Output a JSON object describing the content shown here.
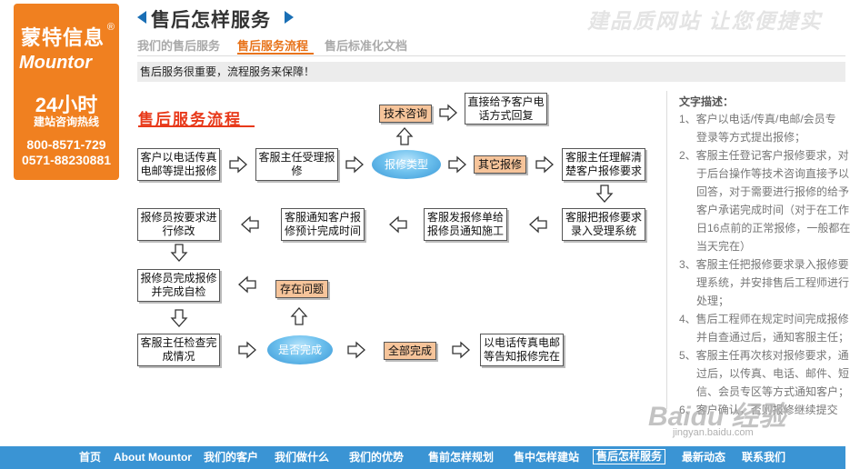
{
  "brand": {
    "name_cn": "蒙特信息",
    "reg_mark": "®",
    "name_en": "Mountor",
    "hours": "24小时",
    "hotline_label": "建站咨询热线",
    "phone1": "800-8571-729",
    "phone2": "0571-88230881"
  },
  "header": {
    "title": "售后怎样服务",
    "slogan": "建品质网站   让您便捷实",
    "tabs": [
      {
        "label": "我们的售后服务",
        "active": false
      },
      {
        "label": "售后服务流程",
        "active": true
      },
      {
        "label": "售后标准化文档",
        "active": false
      }
    ],
    "notice": "售后服务很重要，流程服务来保障！"
  },
  "flow": {
    "title": "售后服务流程",
    "nodes": {
      "n_customer_call": "客户以电话传真电邮等提出报修",
      "n_supervisor_accept": "客服主任受理报修",
      "n_repair_type": "报修类型",
      "n_tech_consult": "技术咨询",
      "n_direct_reply": "直接给予客户电话方式回复",
      "n_other_repair": "其它报修",
      "n_supervisor_explain": "客服主任理解清楚客户报修要求",
      "n_enter_system": "客服把报修要求录入受理系统",
      "n_dispatch": "客服发报修单给报修员通知施工",
      "n_notify_time": "客服通知客户报修预计完成时间",
      "n_repair_fix": "报修员按要求进行修改",
      "n_self_check": "报修员完成报修并完成自检",
      "n_problem": "存在问题",
      "n_supervisor_check": "客服主任检查完成情况",
      "n_complete_q": "是否完成",
      "n_all_done": "全部完成",
      "n_notify_done": "以电话传真电邮等告知报修完在"
    }
  },
  "description": {
    "title": "文字描述：",
    "lines": [
      {
        "text": "1、客户以电话/传真/电邮/会员专",
        "indent": false
      },
      {
        "text": "登录等方式提出报修；",
        "indent": true
      },
      {
        "text": "2、客服主任登记客户报修要求，对",
        "indent": false
      },
      {
        "text": "于后台操作等技术咨询直接予以",
        "indent": true
      },
      {
        "text": "回答，对于需要进行报修的给予",
        "indent": true
      },
      {
        "text": "客户承诺完成时间（对于在工作",
        "indent": true
      },
      {
        "text": "日16点前的正常报修，一般都在",
        "indent": true
      },
      {
        "text": "当天完在）",
        "indent": true
      },
      {
        "text": "3、客服主任把报修要求录入报修要",
        "indent": false
      },
      {
        "text": "理系统，并安排售后工程师进行",
        "indent": true
      },
      {
        "text": "处理；",
        "indent": true
      },
      {
        "text": "4、售后工程师在规定时间完成报修",
        "indent": false
      },
      {
        "text": "并自查通过后，通知客服主任；",
        "indent": true
      },
      {
        "text": "5、客服主任再次核对报修要求，通",
        "indent": false
      },
      {
        "text": "过后，以传真、电话、邮件、短",
        "indent": true
      },
      {
        "text": "信、会员专区等方式通知客户；",
        "indent": true
      },
      {
        "text": "6、客户确认，否则报修继续提交",
        "indent": false
      }
    ]
  },
  "footer": {
    "nav": [
      {
        "label": "首页",
        "active": false
      },
      {
        "label": "About Mountor",
        "active": false
      },
      {
        "label": "我们的客户",
        "active": false
      },
      {
        "label": "我们做什么",
        "active": false
      },
      {
        "label": "我们的优势",
        "active": false
      },
      {
        "label": "售前怎样规划",
        "active": false
      },
      {
        "label": "售中怎样建站",
        "active": false
      },
      {
        "label": "售后怎样服务",
        "active": true
      },
      {
        "label": "最新动态",
        "active": false
      },
      {
        "label": "联系我们",
        "active": false
      }
    ]
  },
  "watermark": {
    "main": "Baidu 经验",
    "sub": "jingyan.baidu.com"
  },
  "colors": {
    "brand_orange": "#f08020",
    "active_orange": "#e8731a",
    "flow_title_red": "#e8391a",
    "footer_blue": "#3a94d4",
    "tag_peach": "#f6c49a"
  }
}
